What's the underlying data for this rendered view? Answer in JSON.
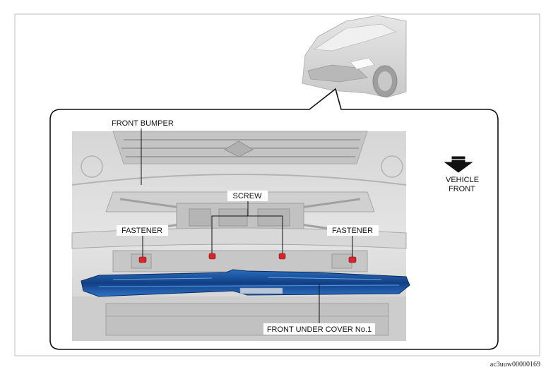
{
  "labels": {
    "front_bumper": "FRONT BUMPER",
    "screw": "SCREW",
    "fastener_left": "FASTENER",
    "fastener_right": "FASTENER",
    "front_under_cover": "FRONT UNDER COVER No.1",
    "vehicle_front_line1": "VEHICLE",
    "vehicle_front_line2": "FRONT"
  },
  "figure_code": "ac3uuw00000169",
  "colors": {
    "cover_blue": "#1f5fae",
    "cover_dark": "#0f2f66",
    "fastener_red": "#d8242a",
    "line_gray": "#8a8a8a"
  },
  "icons": {
    "direction_arrow": "down-arrow-icon"
  }
}
